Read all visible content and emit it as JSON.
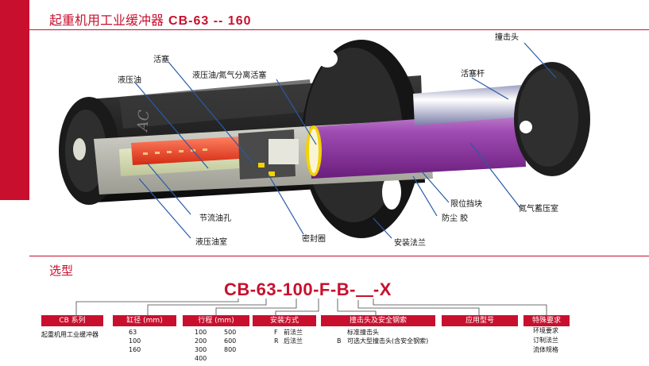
{
  "header": {
    "title": "起重机用工业缓冲器",
    "model_range": "CB-63 -- 160"
  },
  "callouts": {
    "impact_head": "撞击头",
    "piston_rod": "活塞杆",
    "piston": "活塞",
    "hydraulic_oil": "液压油",
    "oil_nitrogen_separating_piston": "液压油/氮气分离活塞",
    "limit_block": "限位挡块",
    "nitrogen_accumulator": "氮气蓄压室",
    "dust_seal": "防尘  胶",
    "throttle_hole": "节流油孔",
    "hydraulic_chamber": "液压油室",
    "seal_ring": "密封圈",
    "mounting_flange": "安装法兰"
  },
  "product_marking": "AC",
  "selection": {
    "heading": "选型",
    "code_base": "CB-63-100-F-B-",
    "code_suffix": "-X",
    "series": {
      "header": "CB 系列",
      "value": "起重机用工业缓冲器"
    },
    "bore": {
      "header": "缸径 (mm)",
      "values": [
        "63",
        "100",
        "160"
      ]
    },
    "stroke": {
      "header": "行程 (mm)",
      "col1": [
        "100",
        "200",
        "300",
        "400"
      ],
      "col2": [
        "500",
        "600",
        "800"
      ]
    },
    "mounting": {
      "header": "安装方式",
      "options": [
        {
          "code": "F",
          "label": "前法兰"
        },
        {
          "code": "R",
          "label": "后法兰"
        }
      ]
    },
    "impact_head": {
      "header": "撞击头及安全钢索",
      "options": [
        {
          "code": "",
          "label": "标准撞击头"
        },
        {
          "code": "B",
          "label": "可选大型撞击头(含安全钢索)"
        }
      ]
    },
    "application": {
      "header": "应用型号"
    },
    "special": {
      "header": "特殊要求",
      "values": [
        "环境要求",
        "订制法兰",
        "流体规格"
      ]
    }
  },
  "colors": {
    "brand_red": "#c8102e",
    "nitrogen_purple": "#8a2a9a",
    "oil_red": "#e83a1f",
    "steel": "#1c1c1c",
    "seal_yellow": "#f2d200",
    "leader_blue": "#2a5aa8"
  }
}
